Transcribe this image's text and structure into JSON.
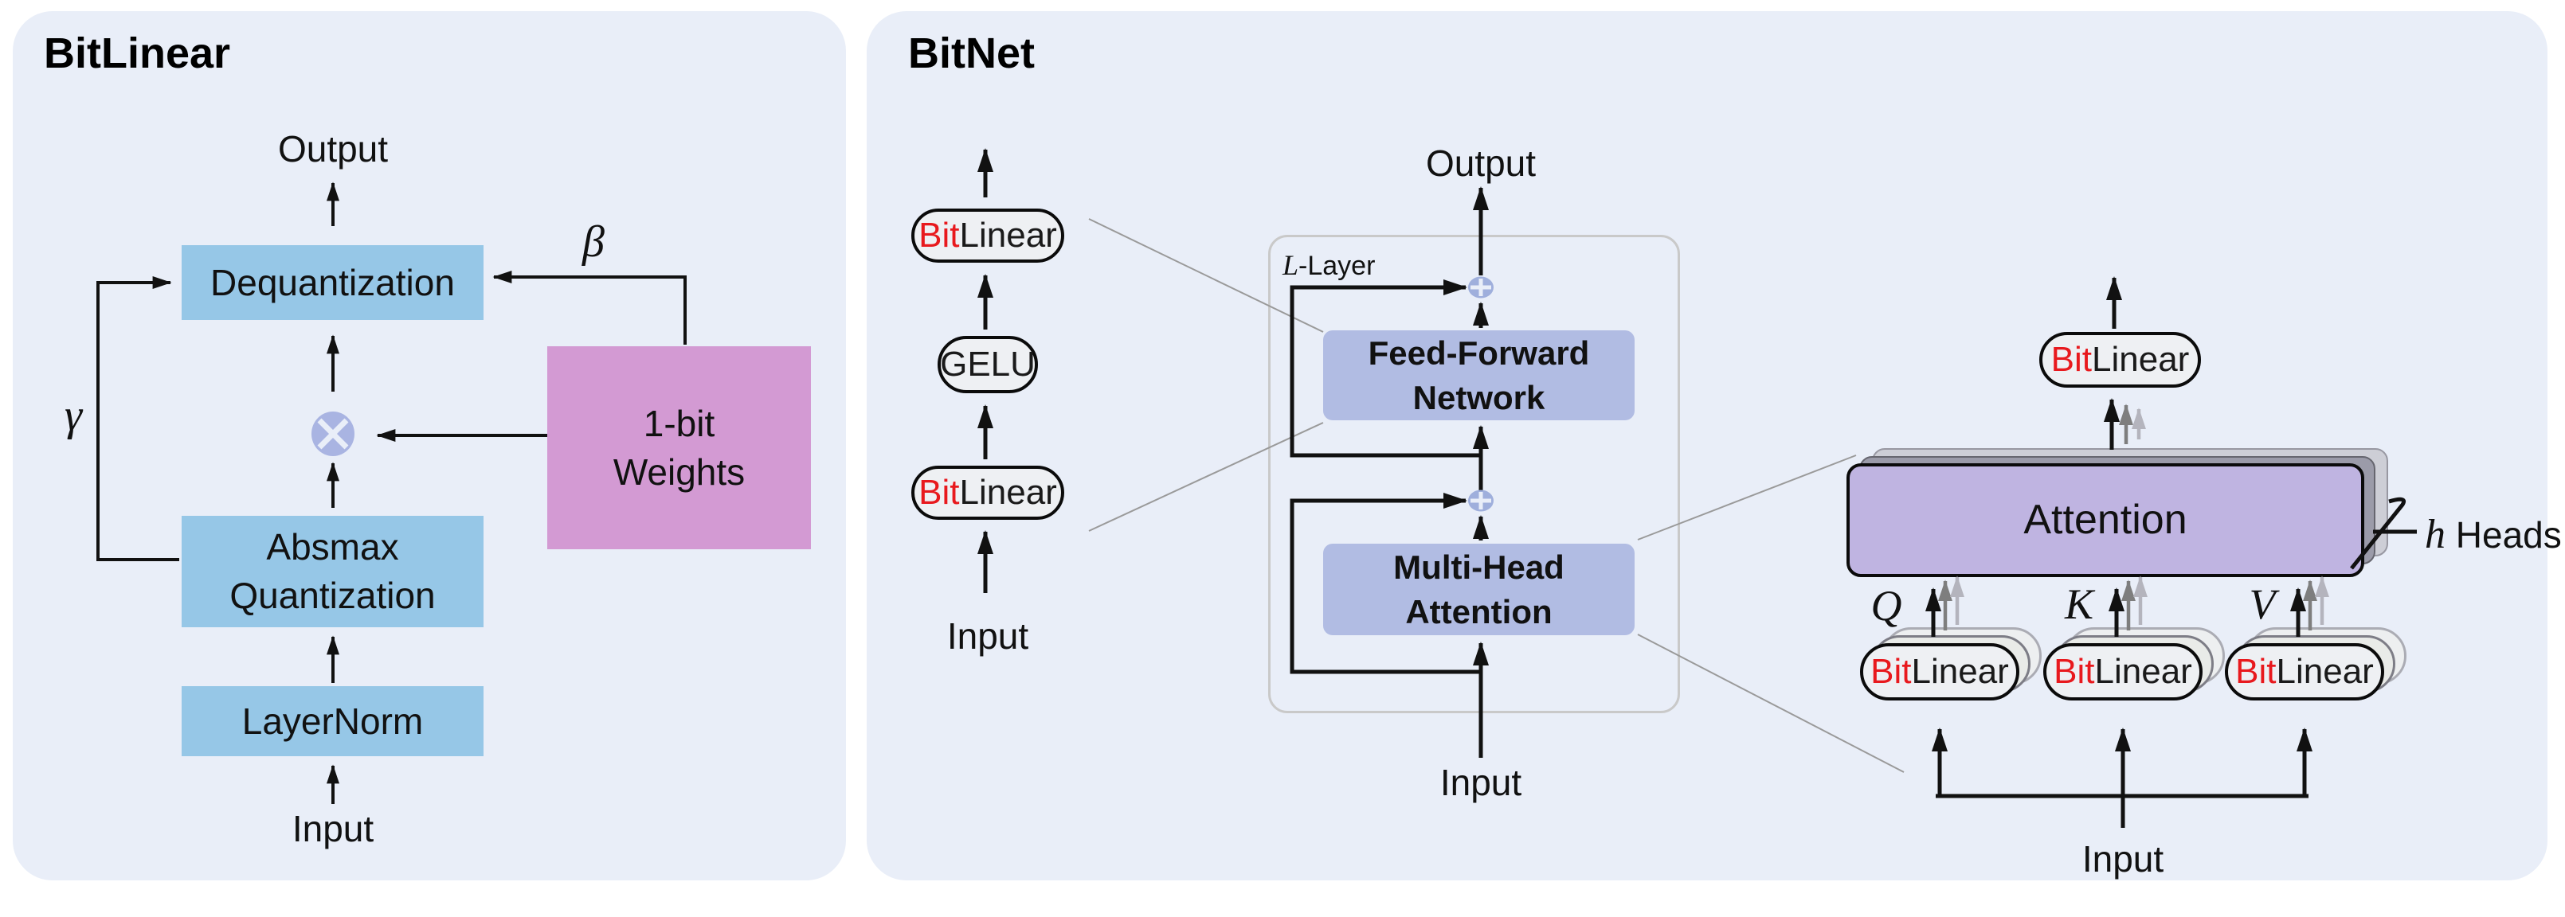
{
  "figure": {
    "type": "architecture-diagram",
    "source_model": "BitNet"
  },
  "colors": {
    "page_bg": "#ffffff",
    "panel_bg": "#e9eef8",
    "blue_box": "#96c7e7",
    "pink_box": "#d39ad3",
    "nn_box": "#b1bce3",
    "attention_box": "#bfb4e1",
    "operator_circle": "#a9b4e2",
    "pill_bg": "#eef0f3",
    "bit_red": "#e8191d",
    "arrow_black": "#111111",
    "arrow_gray": "#7e7e7e",
    "arrow_lightgray": "#b4b4bd",
    "connector_gray": "#9a9a9a",
    "llayer_border": "#c9c9c9"
  },
  "bitlinear": {
    "title": "BitLinear",
    "output": "Output",
    "input": "Input",
    "dequantization": "Dequantization",
    "beta": "β",
    "gamma": "γ",
    "weights_line1": "1-bit",
    "weights_line2": "Weights",
    "absmax_line1": "Absmax",
    "absmax_line2": "Quantization",
    "layernorm": "LayerNorm",
    "multiply_icon": "⊗"
  },
  "bitnet": {
    "title": "BitNet",
    "pill": {
      "bit": "Bit",
      "linear": "Linear"
    },
    "gelu": "GELU",
    "stack_input": "Input",
    "llayer": {
      "label_l": "L",
      "label_rest": "-Layer",
      "output": "Output",
      "input": "Input",
      "ffn_line1": "Feed-Forward",
      "ffn_line2": "Network",
      "mha_line1": "Multi-Head",
      "mha_line2": "Attention",
      "add_icon": "⊕"
    },
    "attn": {
      "attention": "Attention",
      "heads_h": "h",
      "heads_label": "Heads",
      "q": "Q",
      "k": "K",
      "v": "V",
      "input": "Input"
    }
  }
}
